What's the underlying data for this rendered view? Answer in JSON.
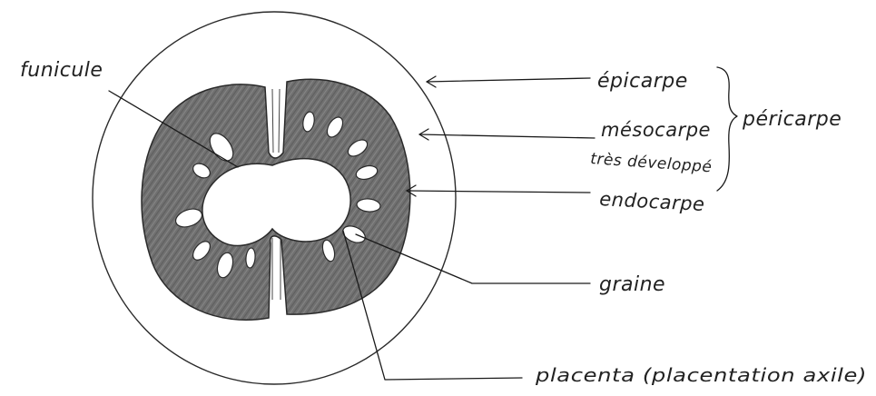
{
  "diagram": {
    "labels": {
      "funicule": "funicule",
      "epicarpe": "épicarpe",
      "mesocarpe": "mésocarpe",
      "mesocarpe_note": "très développé",
      "endocarpe": "endocarpe",
      "pericarpe": "péricarpe",
      "graine": "graine",
      "placenta": "placenta (placentation axile)"
    },
    "colors": {
      "ink": "#222222",
      "locule_fill": "#6f6f6f",
      "paper": "#ffffff"
    }
  }
}
